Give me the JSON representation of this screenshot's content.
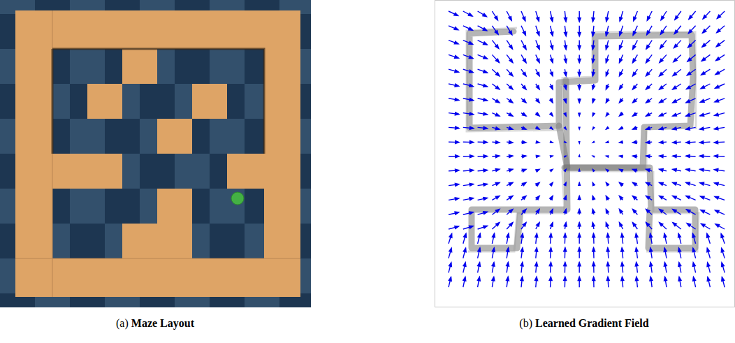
{
  "diagram": {
    "labels": [
      "(a)",
      "Maze Layout",
      "(b)",
      "Learned Gradient Field"
    ]
  }
}
